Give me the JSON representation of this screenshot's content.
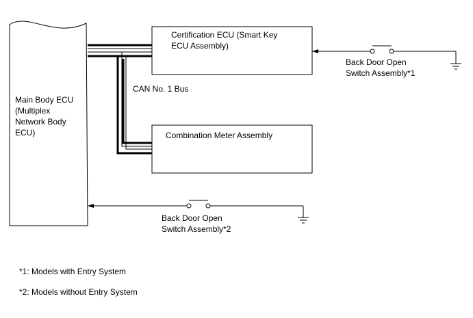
{
  "main_ecu": {
    "label": "Main Body ECU\n(Multiplex\nNetwork Body\nECU)"
  },
  "cert_ecu": {
    "label": "Certification ECU (Smart Key\nECU Assembly)"
  },
  "meter": {
    "label": "Combination Meter Assembly"
  },
  "bus": {
    "label": "CAN No. 1 Bus"
  },
  "switch1": {
    "label": "Back Door Open\nSwitch Assembly*1"
  },
  "switch2": {
    "label": "Back Door Open\nSwitch Assembly*2"
  },
  "notes": [
    "*1: Models with Entry System",
    "*2: Models without Entry System"
  ]
}
